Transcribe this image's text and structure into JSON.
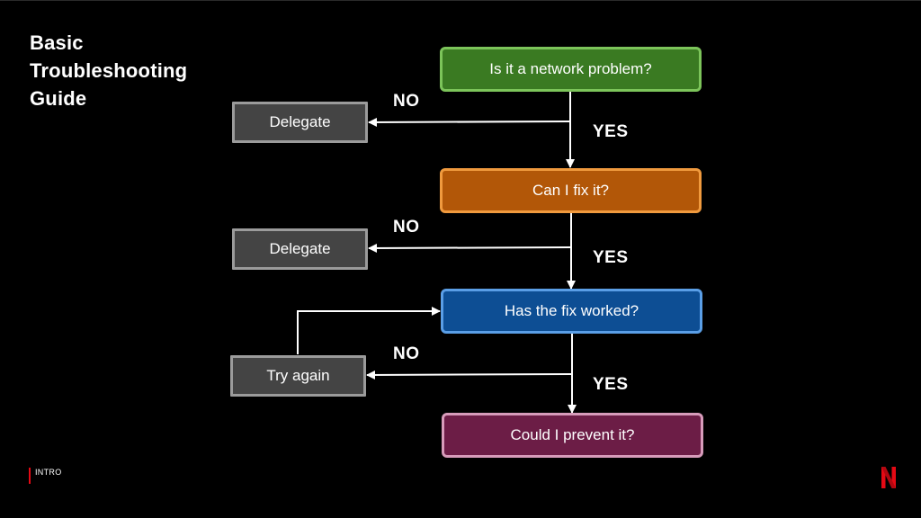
{
  "title": "Basic\nTroubleshooting\nGuide",
  "footer": {
    "section": "INTRO"
  },
  "colors": {
    "q1_fill": "#3a7a22",
    "q1_border": "#7cc45a",
    "q2_fill": "#b25708",
    "q2_border": "#f09a3e",
    "q3_fill": "#0d4e94",
    "q3_border": "#5a9ee6",
    "q4_fill": "#6c1d46",
    "q4_border": "#d79bba",
    "step_fill": "#444444",
    "step_border": "#9b9b9b",
    "brand": "#e50914"
  },
  "flow": {
    "q1": "Is it a network problem?",
    "q2": "Can I fix it?",
    "q3": "Has the fix worked?",
    "q4": "Could I prevent it?",
    "action1": "Delegate",
    "action2": "Delegate",
    "action3": "Try again",
    "no1": "NO",
    "no2": "NO",
    "no3": "NO",
    "yes1": "YES",
    "yes2": "YES",
    "yes3": "YES"
  },
  "icons": {
    "logo": "netflix-n-logo"
  }
}
